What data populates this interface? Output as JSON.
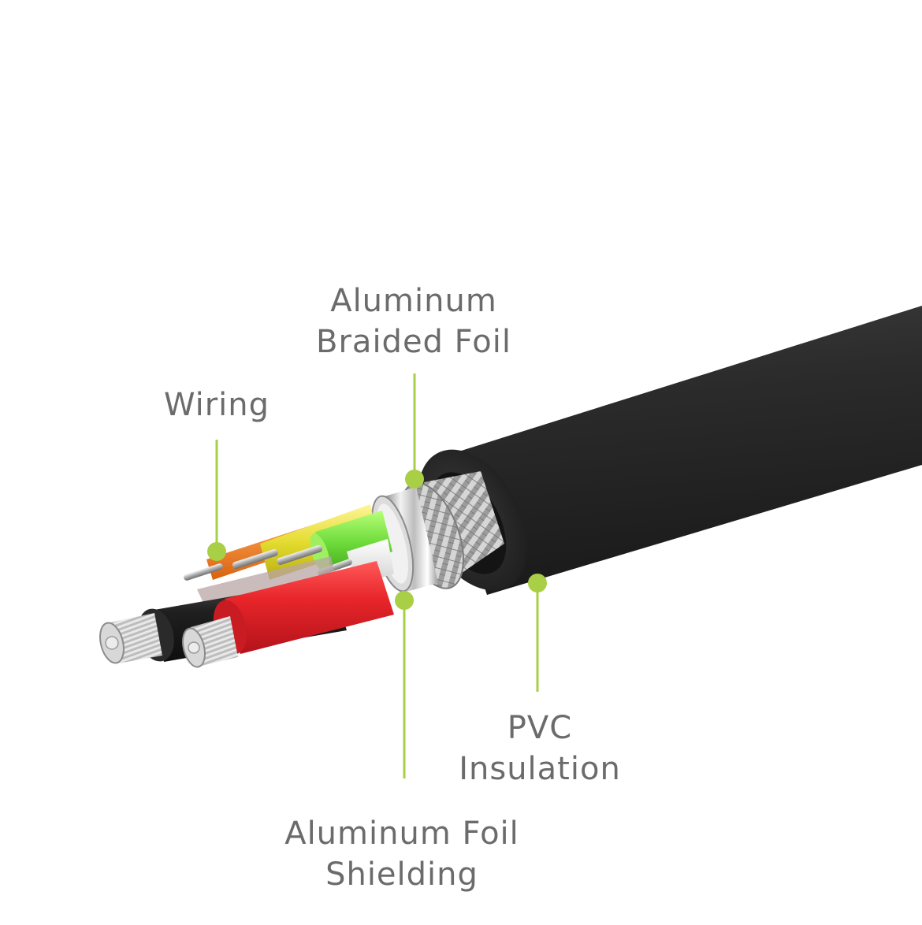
{
  "diagram": {
    "accent_color": "#a8cf45",
    "background_color": "#ffffff",
    "callouts": {
      "braided_foil": {
        "line1": "Aluminum",
        "line2": "Braided Foil"
      },
      "wiring": {
        "line1": "Wiring"
      },
      "pvc": {
        "line1": "PVC",
        "line2": "Insulation"
      },
      "foil_shielding": {
        "line1": "Aluminum Foil",
        "line2": "Shielding"
      }
    },
    "wire_colors": {
      "orange": "#f07a1e",
      "yellow": "#e8e03a",
      "green": "#7ee04a",
      "white": "#f4f4f4",
      "red": "#e8262a",
      "black": "#1e1e1e",
      "jacket": "#262626"
    }
  }
}
